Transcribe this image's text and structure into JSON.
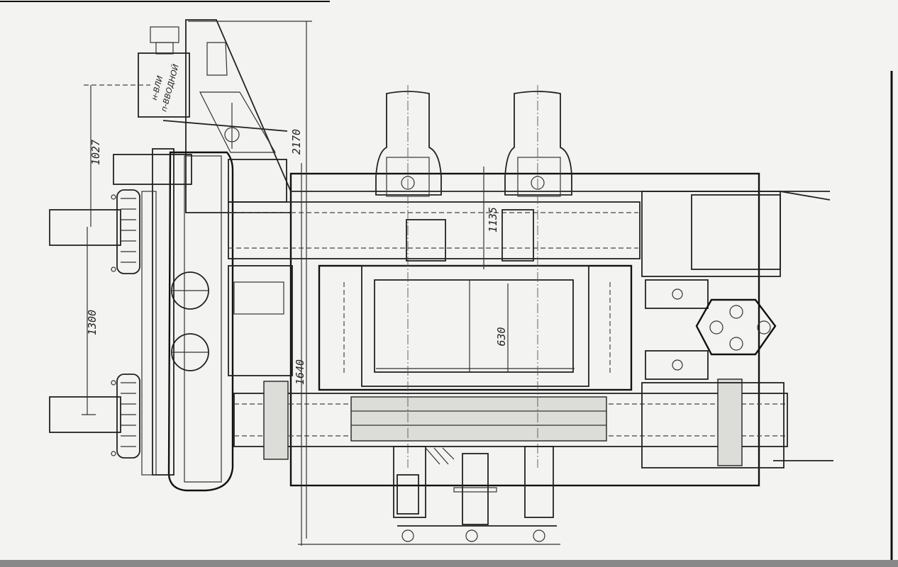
{
  "dimensions": {
    "d1027": "1027",
    "d1300": "1300",
    "d2170": "2170",
    "d1135": "1135",
    "d630": "630",
    "d1640": "1640"
  },
  "labels": {
    "stamp_top": "н-ВЛИ",
    "stamp_bottom": "п-ВВОДНОЙ"
  }
}
